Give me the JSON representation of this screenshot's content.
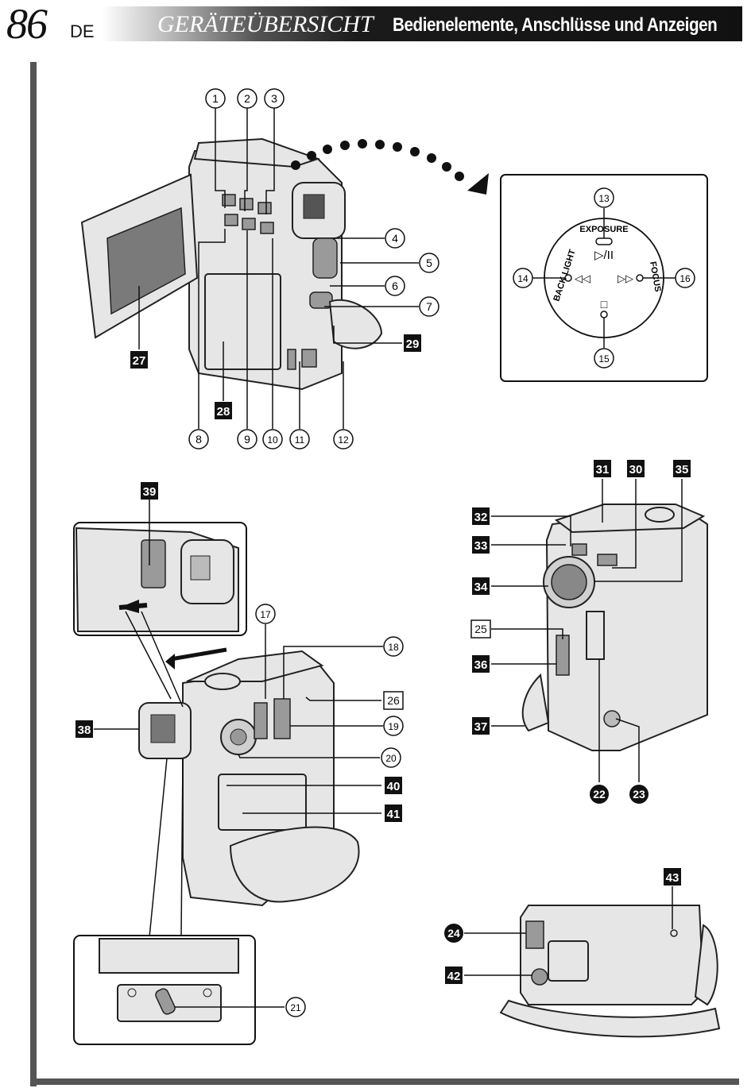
{
  "header": {
    "page_number": "86",
    "language": "DE",
    "section_title": "GERÄTEÜBERSICHT",
    "section_subtitle": "Bedienelemente, Anschlüsse und Anzeigen"
  },
  "callouts": {
    "circled": [
      "1",
      "2",
      "3",
      "4",
      "5",
      "6",
      "7",
      "8",
      "9",
      "10",
      "11",
      "12",
      "13",
      "14",
      "15",
      "16",
      "17",
      "18",
      "19",
      "20",
      "21"
    ],
    "boxed_inverse": [
      "27",
      "28",
      "29",
      "30",
      "31",
      "32",
      "33",
      "34",
      "35",
      "36",
      "37",
      "38",
      "39",
      "40",
      "41",
      "42",
      "43"
    ],
    "boxed_outline": [
      "25",
      "26"
    ],
    "circled_inverse": [
      "22",
      "23",
      "24"
    ]
  },
  "control_panel": {
    "exposure": "EXPOSURE",
    "backlight": "BACK LIGHT",
    "focus": "FOCUS",
    "play_pause": "▷/II",
    "rewind": "◁◁",
    "fast_forward": "▷▷",
    "stop": "□"
  }
}
